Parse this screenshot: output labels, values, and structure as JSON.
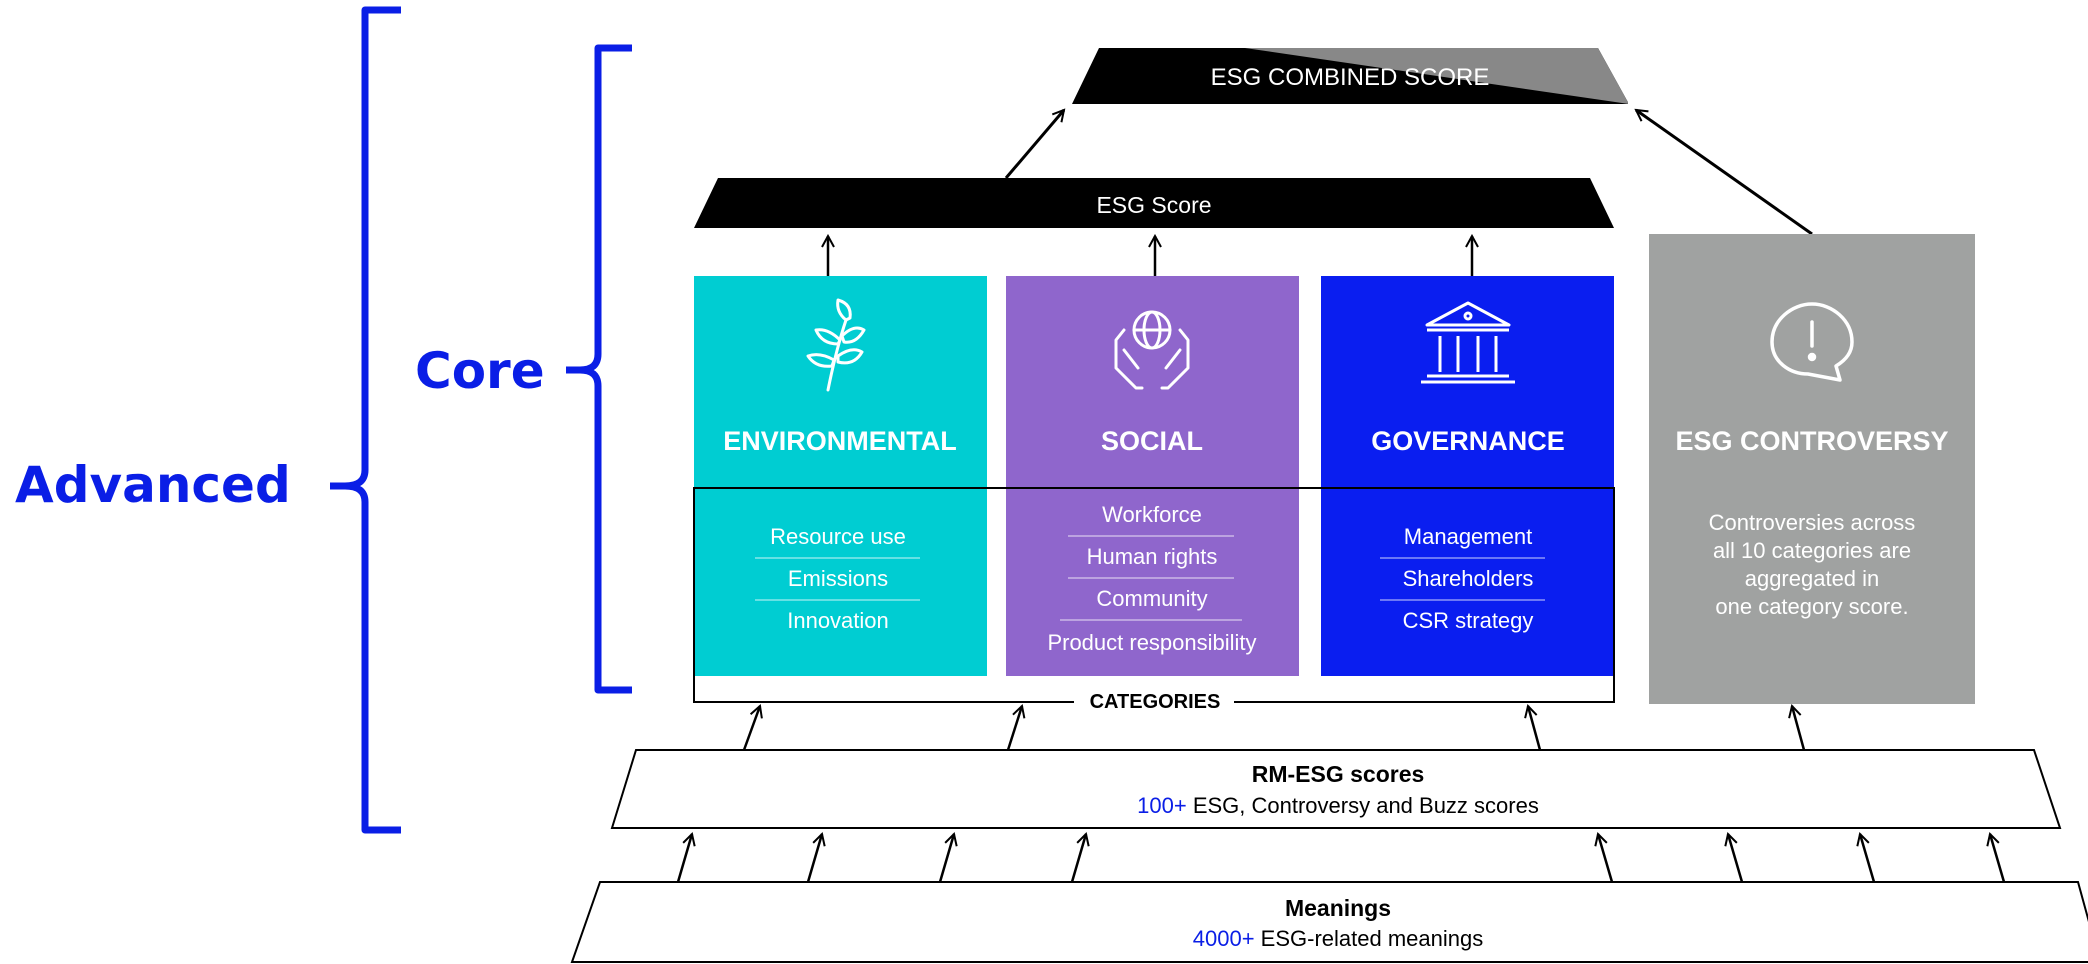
{
  "levels": {
    "advanced_label": "Advanced",
    "core_label": "Core"
  },
  "combined": {
    "title": "ESG COMBINED SCORE"
  },
  "esg_score": {
    "title": "ESG Score"
  },
  "pillars": [
    {
      "key": "environmental",
      "title": "ENVIRONMENTAL",
      "icon": "leaf-icon",
      "color": "#00cdd2",
      "items": [
        "Resource use",
        "Emissions",
        "Innovation"
      ]
    },
    {
      "key": "social",
      "title": "SOCIAL",
      "icon": "globe-hands-icon",
      "color": "#8f66cc",
      "items": [
        "Workforce",
        "Human rights",
        "Community",
        "Product responsibility"
      ]
    },
    {
      "key": "governance",
      "title": "GOVERNANCE",
      "icon": "bank-building-icon",
      "color": "#0a1ef0",
      "items": [
        "Management",
        "Shareholders",
        "CSR strategy"
      ]
    }
  ],
  "controversy": {
    "title": "ESG CONTROVERSY",
    "icon": "speech-bubble-exclamation-icon",
    "color": "#a0a2a1",
    "description": [
      "Controversies across",
      "all 10 categories are",
      "aggregated in",
      "one category score."
    ]
  },
  "categories_label": "CATEGORIES",
  "rm_esg": {
    "title": "RM-ESG scores",
    "count": "100+",
    "description": " ESG, Controversy and Buzz scores"
  },
  "meanings": {
    "title": "Meanings",
    "count": "4000+",
    "description": " ESG-related meanings"
  },
  "colors": {
    "brace": "#0a1ee6",
    "highlight_number": "#0a1ee6",
    "black_bar": "#000000",
    "combined_grey": "#888888"
  }
}
